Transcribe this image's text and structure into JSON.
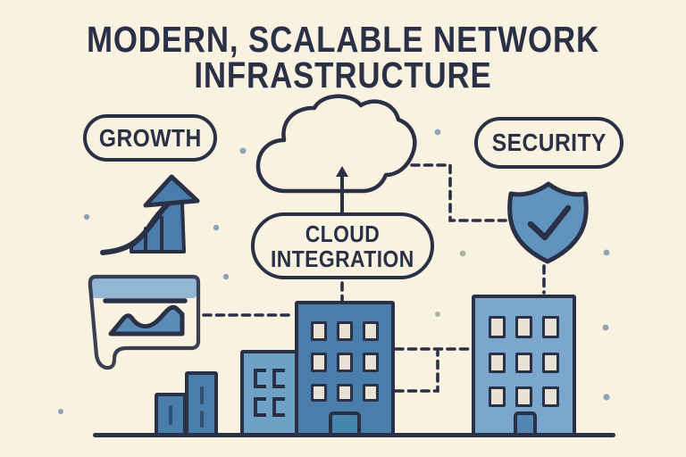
{
  "title": {
    "line1": "MODERN, SCALABLE NETWORK",
    "line2": "INFRASTRUCTURE"
  },
  "badges": {
    "growth": "GROWTH",
    "security": "SECURITY",
    "cloud_integration_line1": "CLOUD",
    "cloud_integration_line2": "INTEGRATION"
  },
  "icons": {
    "cloud": "cloud-icon",
    "up_arrow": "arrow-up-icon",
    "growth_chart": "growth-arrow-chart-icon",
    "shield": "shield-check-icon",
    "analytics_card": "analytics-window-icon",
    "bar_buildings": "bar-chart-buildings-icon",
    "city_buildings": "office-buildings-icon"
  },
  "colors": {
    "bg": "#faf2e1",
    "ink": "#2a3045",
    "blue-strong": "#4a7dab",
    "blue-mid": "#6093bd",
    "blue-light": "#7ba7ce",
    "blue-pale": "#93b6d5",
    "window-cream": "#e9e1d2",
    "dot": "#8da4b4"
  }
}
